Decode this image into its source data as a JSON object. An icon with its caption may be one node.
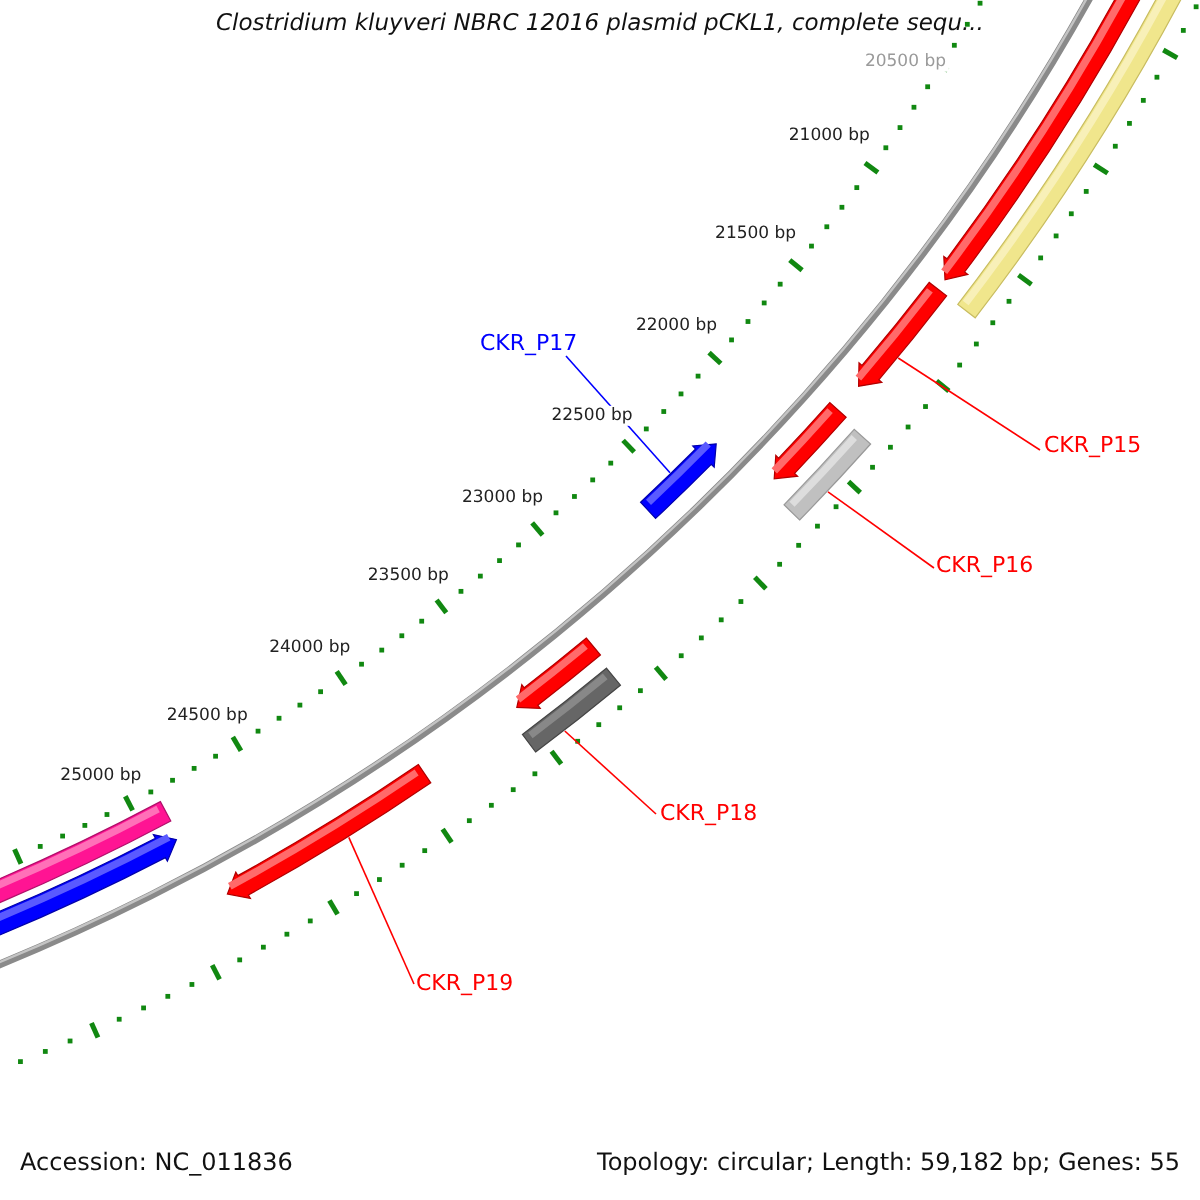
{
  "diagram": {
    "title": "Clostridium kluyveri NBRC 12016 plasmid pCKL1, complete sequ...",
    "nodes": [
      {
        "text": [
          "CKR_P17"
        ]
      },
      {
        "text": [
          "CKR_P15"
        ]
      },
      {
        "text": [
          "CKR_P16"
        ]
      },
      {
        "text": [
          "CKR_P18"
        ]
      },
      {
        "text": [
          "CKR_P19"
        ]
      },
      {
        "text": [],
        "shape": "arrow"
      },
      {
        "text": [],
        "shape": "arrow"
      },
      {
        "text": [],
        "shape": "arrow"
      },
      {
        "text": [],
        "shape": "arrow"
      },
      {
        "text": [],
        "shape": "arrow"
      }
    ],
    "edges": [
      {
        "from": 0,
        "to": 7,
        "arrow": "none",
        "color": "#0000ff"
      },
      {
        "from": 1,
        "to": 5,
        "arrow": "none"
      },
      {
        "from": 2,
        "to": 6,
        "arrow": "none"
      },
      {
        "from": 3,
        "to": 8,
        "arrow": "none"
      },
      {
        "from": 4,
        "to": 9,
        "arrow": "none"
      }
    ],
    "labels": [
      "20500 bp",
      "21000 bp",
      "21500 bp",
      "22000 bp",
      "22500 bp",
      "23000 bp",
      "23500 bp",
      "24000 bp",
      "24500 bp",
      "25000 bp",
      "Accession: NC_011836",
      "Topology: circular; Length: 59,182 bp; Genes: 55"
    ]
  }
}
